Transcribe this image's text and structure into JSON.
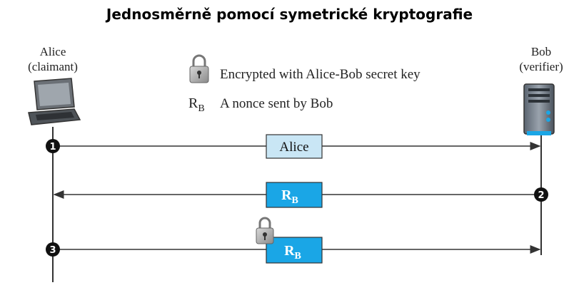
{
  "title": "Jednosměrně pomocí symetrické kryptografie",
  "participants": {
    "alice": {
      "name": "Alice",
      "role": "(claimant)"
    },
    "bob": {
      "name": "Bob",
      "role": "(verifier)"
    }
  },
  "legend": {
    "lock_text": "Encrypted with Alice-Bob secret key",
    "nonce_symbol": "R",
    "nonce_sub": "B",
    "nonce_text": "A nonce sent by Bob"
  },
  "messages": [
    {
      "step": "1",
      "label": "Alice",
      "sub": "",
      "direction": "alice-to-bob",
      "encrypted": false
    },
    {
      "step": "2",
      "label": "R",
      "sub": "B",
      "direction": "bob-to-alice",
      "encrypted": false
    },
    {
      "step": "3",
      "label": "R",
      "sub": "B",
      "direction": "alice-to-bob",
      "encrypted": true
    }
  ],
  "colors": {
    "alice_box": "#c9e6f5",
    "nonce_box": "#1aa6e6",
    "line": "#333333",
    "step_circle": "#111111"
  }
}
